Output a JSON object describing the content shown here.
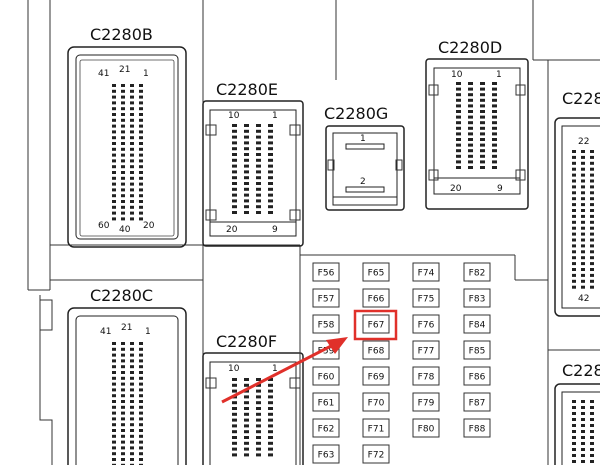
{
  "connectors": {
    "c2280b": {
      "label": "C2280B",
      "pins": [
        "41",
        "21",
        "1",
        "60",
        "40",
        "20"
      ]
    },
    "c2280c": {
      "label": "C2280C",
      "pins": [
        "41",
        "21",
        "1"
      ]
    },
    "c2280d": {
      "label": "C2280D",
      "pins": [
        "10",
        "1",
        "20",
        "9"
      ]
    },
    "c2280e": {
      "label": "C2280E",
      "pins": [
        "10",
        "1",
        "20",
        "9"
      ]
    },
    "c2280f": {
      "label": "C2280F",
      "pins": [
        "10",
        "1"
      ]
    },
    "c2280g": {
      "label": "C2280G",
      "pins": [
        "1",
        "2"
      ]
    },
    "right_top": {
      "label": "C228",
      "pins": [
        "22",
        "42"
      ]
    },
    "right_bottom": {
      "label": "C228"
    }
  },
  "fuses": {
    "col1": [
      "F56",
      "F57",
      "F58",
      "F59",
      "F60",
      "F61",
      "F62",
      "F63"
    ],
    "col2": [
      "F65",
      "F66",
      "F67",
      "F68",
      "F69",
      "F70",
      "F71",
      "F72"
    ],
    "col3": [
      "F74",
      "F75",
      "F76",
      "F77",
      "F78",
      "F79",
      "F80"
    ],
    "col4": [
      "F82",
      "F83",
      "F84",
      "F85",
      "F86",
      "F87",
      "F88"
    ]
  },
  "highlight": {
    "fuse": "F67",
    "color": "#e0302a"
  }
}
